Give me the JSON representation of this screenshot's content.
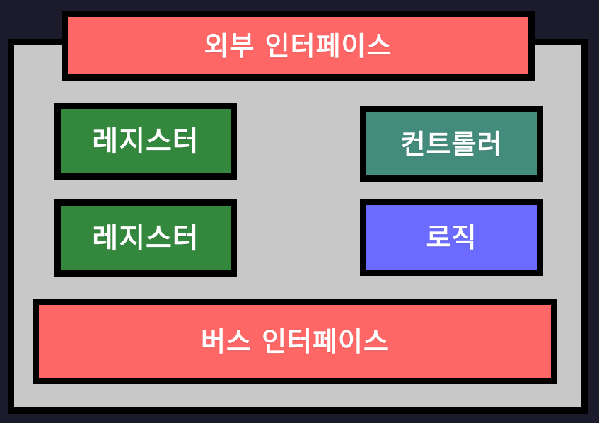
{
  "colors": {
    "background": "#1c1b2b",
    "chip_body": "#c8c8c8",
    "border": "#000000",
    "interface": "#ff6666",
    "register": "#33883d",
    "controller": "#438b7b",
    "logic": "#6b6bff",
    "text": "#ffffff"
  },
  "blocks": {
    "external_interface": "외부 인터페이스",
    "register_1": "레지스터",
    "register_2": "레지스터",
    "controller": "컨트롤러",
    "logic": "로직",
    "bus_interface": "버스 인터페이스"
  }
}
